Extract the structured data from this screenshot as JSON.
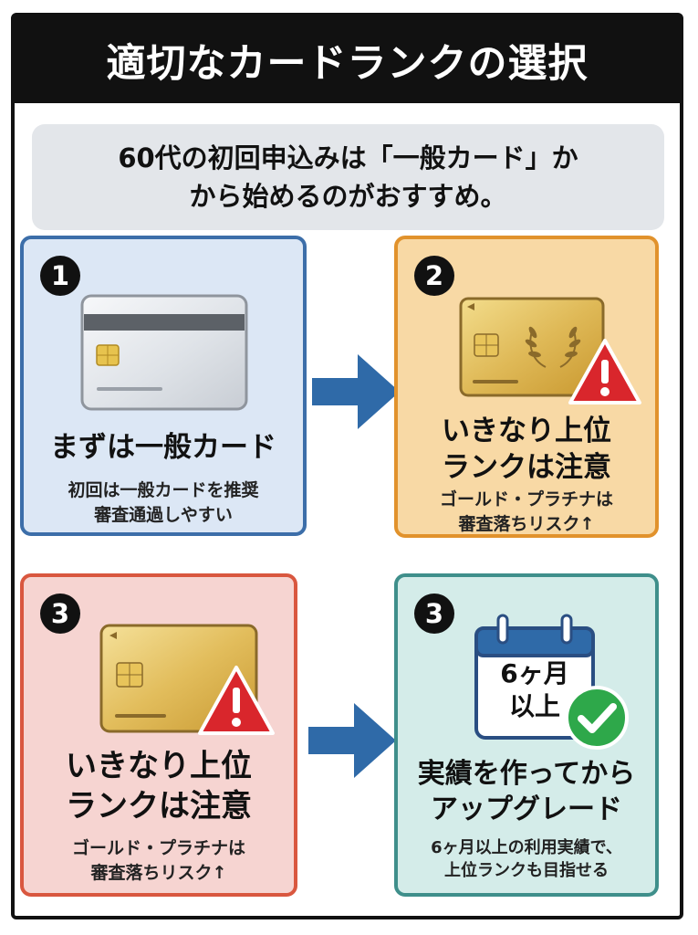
{
  "title": "適切なカードランクの選択",
  "subtitle": {
    "line1": "60代の初回申込みは「一般カード」か",
    "line2": "から始めるのがおすすめ。"
  },
  "panels": [
    {
      "badge": "1",
      "heading_lines": [
        "まずは一般カード"
      ],
      "desc_lines": [
        "初回は一般カードを推奨",
        "審査通過しやすい"
      ],
      "color": "#3c6ea9",
      "card": "silver-card"
    },
    {
      "badge": "2",
      "heading_lines": [
        "いきなり上位",
        "ランクは注意"
      ],
      "desc_lines": [
        "ゴールド・プラチナは",
        "審査落ちリスク↑"
      ],
      "color": "#e1922c",
      "card": "gold-card-with-laurel"
    },
    {
      "badge": "3",
      "heading_lines": [
        "いきなり上位",
        "ランクは注意"
      ],
      "desc_lines": [
        "ゴールド・プラチナは",
        "審査落ちリスク↑"
      ],
      "color": "#d9573f",
      "card": "gold-card"
    },
    {
      "badge": "3",
      "heading_lines": [
        "実績を作ってから",
        "アップグレード"
      ],
      "desc_lines": [
        "6ヶ月以上の利用実績で、",
        "上位ランクも目指せる"
      ],
      "color": "#3f8f8b",
      "calendar": {
        "line1": "6ヶ月",
        "line2": "以上"
      }
    }
  ],
  "colors": {
    "arrow": "#2f6aa8",
    "warning": "#d9262c",
    "check": "#2ea84a"
  }
}
